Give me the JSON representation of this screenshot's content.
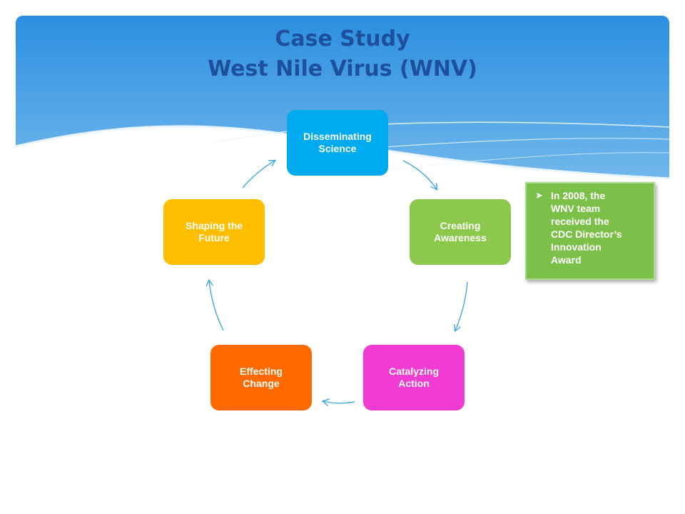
{
  "title": {
    "line1": "Case Study",
    "line2": "West Nile Virus (WNV)"
  },
  "cycle": {
    "nodes": [
      {
        "label": "Disseminating\nScience",
        "color": "#00aaef"
      },
      {
        "label": "Creating\nAwareness",
        "color": "#8cc84b"
      },
      {
        "label": "Catalyzing\nAction",
        "color": "#f03cd2"
      },
      {
        "label": "Effecting\nChange",
        "color": "#ff6a00"
      },
      {
        "label": "Shaping the\nFuture",
        "color": "#ffbe00"
      }
    ],
    "arrow_color": "#3fa9dc"
  },
  "callout": {
    "bullet": "➤",
    "text": "In 2008, the\nWNV team\nreceived the\nCDC Director’s\nInnovation\nAward",
    "color": "#7cc04a"
  },
  "header": {
    "gradient_top": "#2b8fe0",
    "gradient_bottom": "#bfe3f8"
  }
}
